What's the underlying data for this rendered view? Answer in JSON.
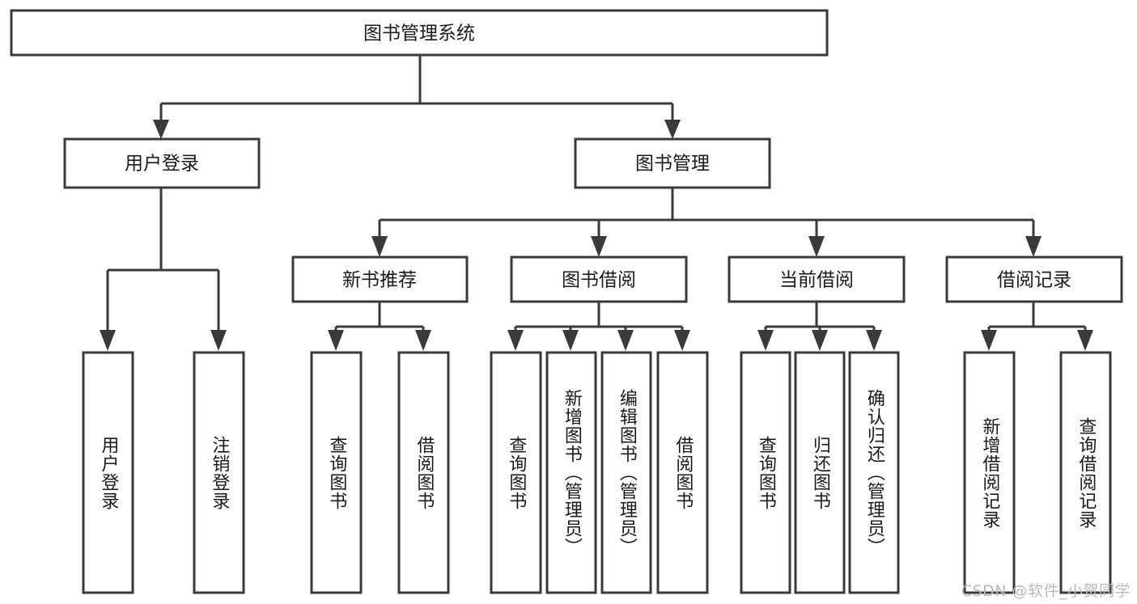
{
  "diagram": {
    "type": "tree-hierarchy",
    "title": "图书管理系统",
    "watermark": "CSDN @软件_小贺同学",
    "colors": {
      "box_stroke": "#3a3a3a",
      "box_fill": "#ffffff",
      "connector": "#3a3a3a",
      "text": "#1a1a1a",
      "background": "#ffffff",
      "watermark": "#b9b9b9"
    },
    "root": {
      "id": "root",
      "label": "图书管理系统",
      "orientation": "horizontal"
    },
    "level2": [
      {
        "id": "user-login",
        "label": "用户登录",
        "orientation": "horizontal"
      },
      {
        "id": "book-manage",
        "label": "图书管理",
        "orientation": "horizontal"
      }
    ],
    "level3": [
      {
        "id": "new-book-recommend",
        "label": "新书推荐",
        "parent": "book-manage",
        "orientation": "horizontal"
      },
      {
        "id": "book-borrow",
        "label": "图书借阅",
        "parent": "book-manage",
        "orientation": "horizontal"
      },
      {
        "id": "current-borrow",
        "label": "当前借阅",
        "parent": "book-manage",
        "orientation": "horizontal"
      },
      {
        "id": "borrow-record",
        "label": "借阅记录",
        "parent": "book-manage",
        "orientation": "horizontal"
      }
    ],
    "leaves": [
      {
        "id": "leaf-user-login",
        "label": "用户登录",
        "parent": "user-login",
        "orientation": "vertical"
      },
      {
        "id": "leaf-user-logout",
        "label": "注销登录",
        "parent": "user-login",
        "orientation": "vertical"
      },
      {
        "id": "leaf-query-book-rec",
        "label": "查询图书",
        "parent": "new-book-recommend",
        "orientation": "vertical"
      },
      {
        "id": "leaf-borrow-book-rec",
        "label": "借阅图书",
        "parent": "new-book-recommend",
        "orientation": "vertical"
      },
      {
        "id": "leaf-query-book-borrow",
        "label": "查询图书",
        "parent": "book-borrow",
        "orientation": "vertical"
      },
      {
        "id": "leaf-add-book-admin",
        "label": "新增图书（管理员）",
        "parent": "book-borrow",
        "orientation": "vertical"
      },
      {
        "id": "leaf-edit-book-admin",
        "label": "编辑图书（管理员）",
        "parent": "book-borrow",
        "orientation": "vertical"
      },
      {
        "id": "leaf-borrow-book",
        "label": "借阅图书",
        "parent": "book-borrow",
        "orientation": "vertical"
      },
      {
        "id": "leaf-query-book-current",
        "label": "查询图书",
        "parent": "current-borrow",
        "orientation": "vertical"
      },
      {
        "id": "leaf-return-book",
        "label": "归还图书",
        "parent": "current-borrow",
        "orientation": "vertical"
      },
      {
        "id": "leaf-confirm-return-admin",
        "label": "确认归还（管理员）",
        "parent": "current-borrow",
        "orientation": "vertical"
      },
      {
        "id": "leaf-add-borrow-record",
        "label": "新增借阅记录",
        "parent": "borrow-record",
        "orientation": "vertical"
      },
      {
        "id": "leaf-query-borrow-record",
        "label": "查询借阅记录",
        "parent": "borrow-record",
        "orientation": "vertical"
      }
    ]
  }
}
